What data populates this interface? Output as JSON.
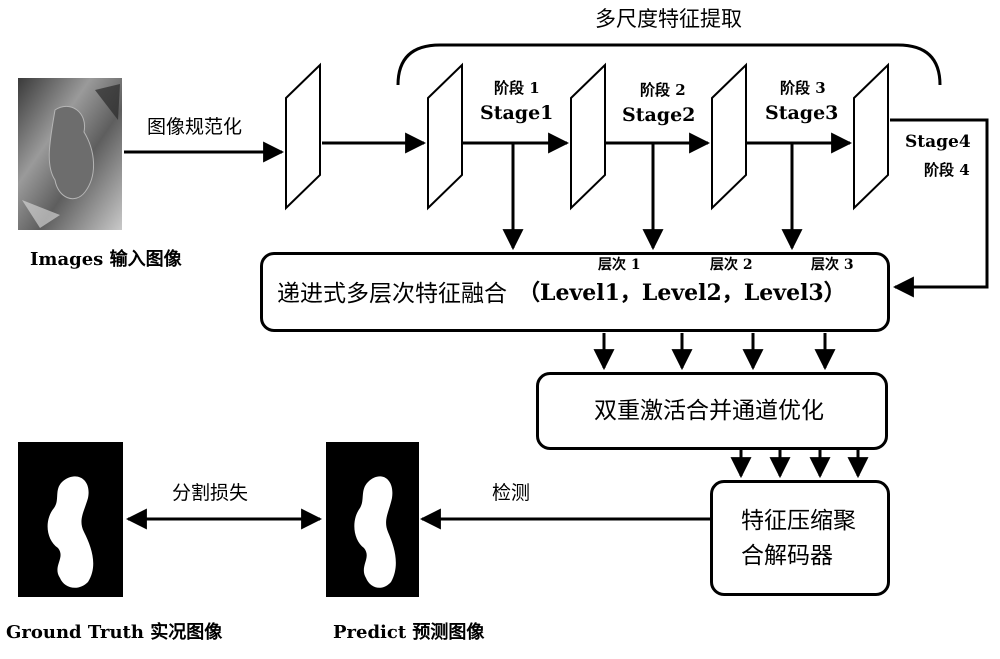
{
  "top_bracket_label": "多尺度特征提取",
  "normalize_label": "图像规范化",
  "input_caption": "Images 输入图像",
  "stages": [
    {
      "zh": "阶段 1",
      "en": "Stage1"
    },
    {
      "zh": "阶段 2",
      "en": "Stage2"
    },
    {
      "zh": "阶段 3",
      "en": "Stage3"
    },
    {
      "zh": "阶段 4",
      "en": "Stage4"
    }
  ],
  "fusion": {
    "text": "递进式多层次特征融合",
    "levels_text": "（Level1，Level2，Level3）",
    "level_tags": [
      "层次 1",
      "层次 2",
      "层次 3"
    ]
  },
  "dual_activation_box": "双重激活合并通道优化",
  "decoder_box": [
    "特征压缩聚",
    "合解码器"
  ],
  "detect_label": "检测",
  "loss_label": "分割损失",
  "gt_caption": "Ground Truth 实况图像",
  "pred_caption": "Predict 预测图像"
}
